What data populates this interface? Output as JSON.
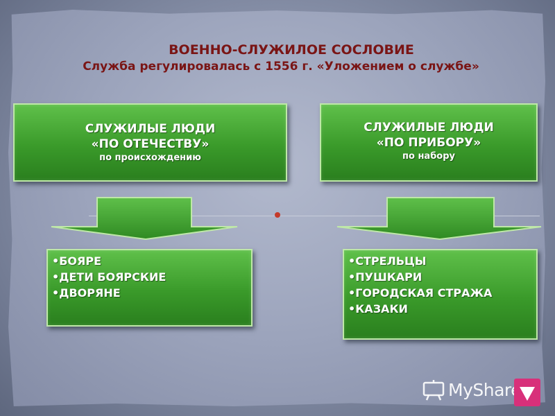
{
  "title": {
    "main": "ВОЕННО-СЛУЖИЛОЕ СОСЛОВИЕ",
    "subtitle": "Служба регулировалась с 1556 г. «Уложением о службе»"
  },
  "left_column": {
    "heading_line1": "СЛУЖИЛЫЕ ЛЮДИ",
    "heading_line2": "«ПО ОТЕЧЕСТВУ»",
    "heading_line3": "по происхождению",
    "items": [
      "•БОЯРЕ",
      "•ДЕТИ БОЯРСКИЕ",
      "•ДВОРЯНЕ"
    ]
  },
  "right_column": {
    "heading_line1": "СЛУЖИЛЫЕ ЛЮДИ",
    "heading_line2": "«ПО ПРИБОРУ»",
    "heading_line3": "по набору",
    "items": [
      "•СТРЕЛЬЦЫ",
      "•ПУШКАРИ",
      "•ГОРОДСКАЯ СТРАЖА",
      "•КАЗАКИ"
    ]
  },
  "watermark": {
    "text": "MyShared"
  },
  "colors": {
    "title": "#7a1515",
    "box_green": "#3a9a2a",
    "box_border": "#bfe8a8",
    "background": "#8c95ad"
  }
}
